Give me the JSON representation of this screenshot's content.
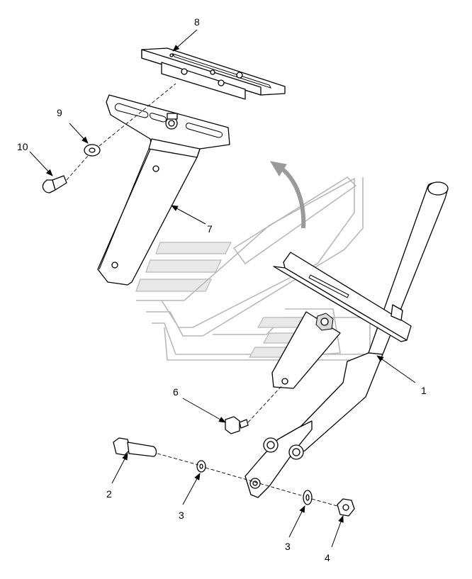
{
  "callouts": [
    {
      "id": "c1",
      "label": "1"
    },
    {
      "id": "c2",
      "label": "2"
    },
    {
      "id": "c3a",
      "label": "3"
    },
    {
      "id": "c3b",
      "label": "3"
    },
    {
      "id": "c4",
      "label": "4"
    },
    {
      "id": "c6",
      "label": "6"
    },
    {
      "id": "c7",
      "label": "7"
    },
    {
      "id": "c8",
      "label": "8"
    },
    {
      "id": "c9",
      "label": "9"
    },
    {
      "id": "c10",
      "label": "10"
    }
  ]
}
